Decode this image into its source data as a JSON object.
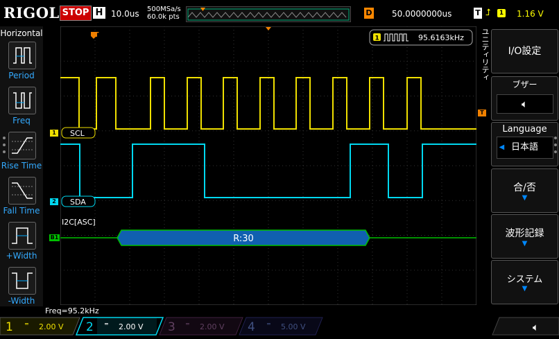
{
  "header": {
    "brand": "RIGOL",
    "run_state": "STOP",
    "timebase_mode": "H",
    "timebase": "10.0us",
    "sample_rate": "500MSa/s",
    "memory_depth": "60.0k pts",
    "delay_mode": "D",
    "delay": "50.0000000us",
    "trigger_mode": "T",
    "trigger_source": "1",
    "trigger_level": "1.16 V"
  },
  "left_menu": {
    "title": "Horizontal",
    "items": [
      {
        "label": "Period"
      },
      {
        "label": "Freq"
      },
      {
        "label": "Rise Time"
      },
      {
        "label": "Fall Time"
      },
      {
        "label": "+Width"
      },
      {
        "label": "-Width"
      }
    ]
  },
  "display": {
    "measurement_channel": "1",
    "measurement": "95.6163kHz",
    "ch1_label": "SCL",
    "ch2_label": "SDA",
    "decoder_label": "I2C[ASC]",
    "decoder_channel": "B1",
    "decoder_packet": "R:30",
    "freq_readout": "Freq=95.2kHz",
    "ch1_marker": "1",
    "ch2_marker": "2",
    "trigger_marker": "T"
  },
  "right_menu": {
    "vertical_label": "ユニティリティ",
    "items": [
      {
        "label": "I/O設定"
      },
      {
        "label": "ブザー",
        "value": "speaker-icon"
      },
      {
        "label": "Language",
        "value": "日本語"
      },
      {
        "label": "合/否"
      },
      {
        "label": "波形記録"
      },
      {
        "label": "システム"
      }
    ]
  },
  "channels": [
    {
      "num": "1",
      "scale": "2.00 V",
      "color": "#f0e000"
    },
    {
      "num": "2",
      "scale": "2.00 V",
      "color": "#00e0f0"
    },
    {
      "num": "3",
      "scale": "2.00 V",
      "color": "#c040c0"
    },
    {
      "num": "4",
      "scale": "5.00 V",
      "color": "#4060e0"
    }
  ],
  "colors": {
    "ch1": "#f0e000",
    "ch2": "#00d8f0",
    "decoder": "#00c000",
    "packet": "#1060b0",
    "trigger": "#f08000"
  }
}
